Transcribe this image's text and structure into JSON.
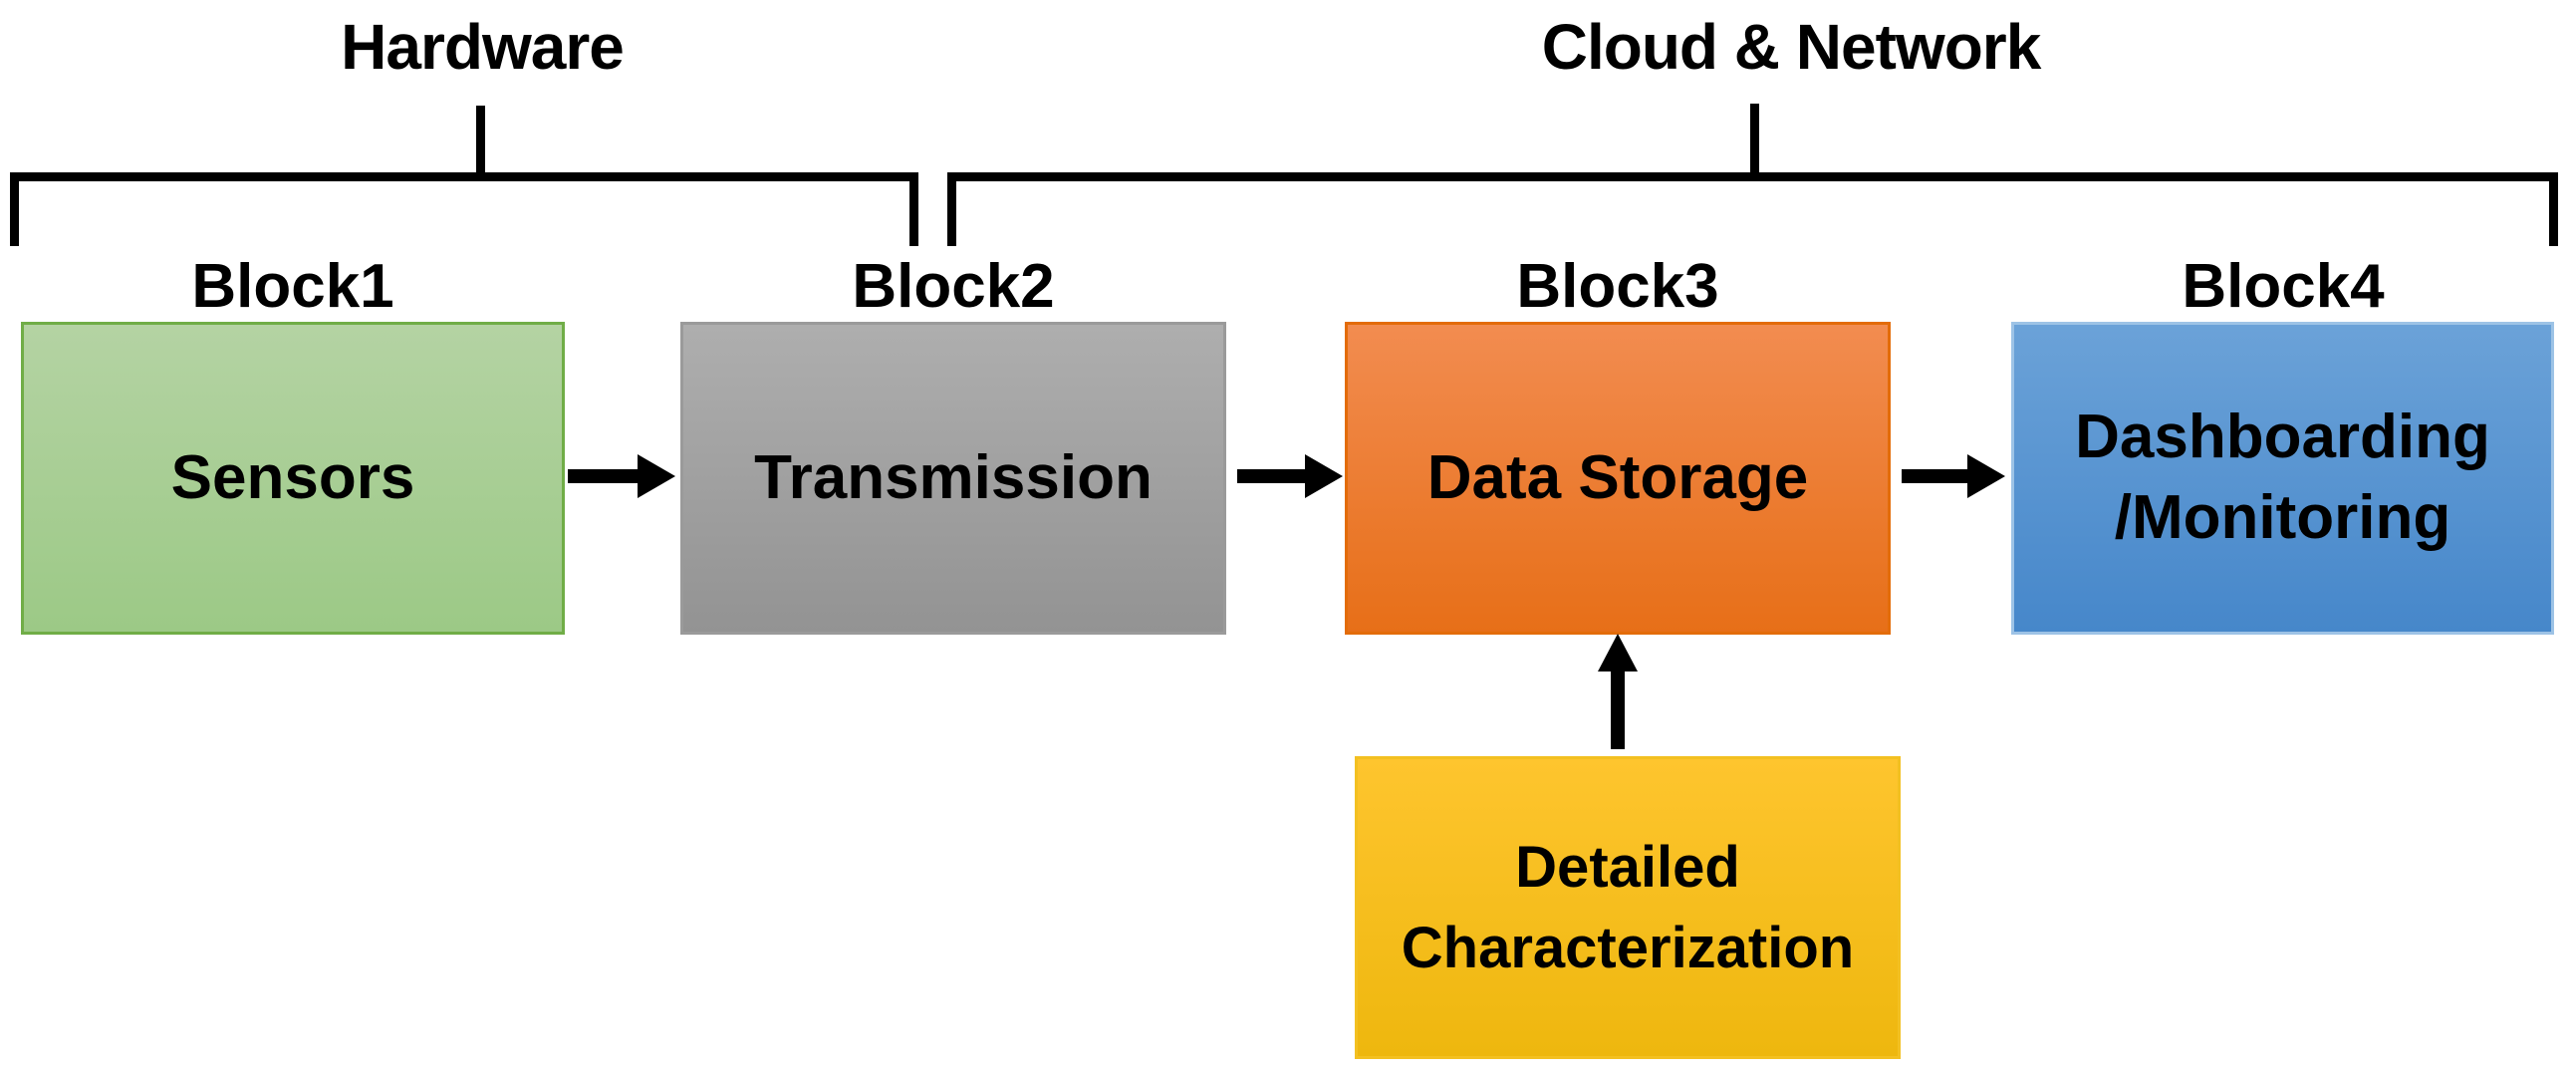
{
  "diagram": {
    "groups": [
      {
        "label": "Hardware"
      },
      {
        "label": "Cloud & Network"
      }
    ],
    "blocks": [
      {
        "label": "Block1",
        "text": "Sensors"
      },
      {
        "label": "Block2",
        "text": "Transmission"
      },
      {
        "label": "Block3",
        "text": "Data Storage"
      },
      {
        "label": "Block4",
        "line1": "Dashboarding",
        "line2": "/Monitoring"
      }
    ],
    "detail_block": {
      "line1": "Detailed",
      "line2": "Characterization"
    }
  },
  "colors": {
    "block1": {
      "top": "#b4d3a3",
      "bottom": "#9cc986",
      "border": "#70ad47"
    },
    "block2": {
      "top": "#aeaeae",
      "bottom": "#939393",
      "border": "#9a9a9a"
    },
    "block3": {
      "top": "#f28c50",
      "bottom": "#e76f18",
      "border": "#e36c09"
    },
    "block4": {
      "top": "#6ba2d8",
      "bottom": "#4687ca",
      "border": "#9dc3e6"
    },
    "detail": {
      "top": "#fec52e",
      "bottom": "#eeb70e",
      "border": "#f3c021"
    },
    "connector": "#000000"
  }
}
